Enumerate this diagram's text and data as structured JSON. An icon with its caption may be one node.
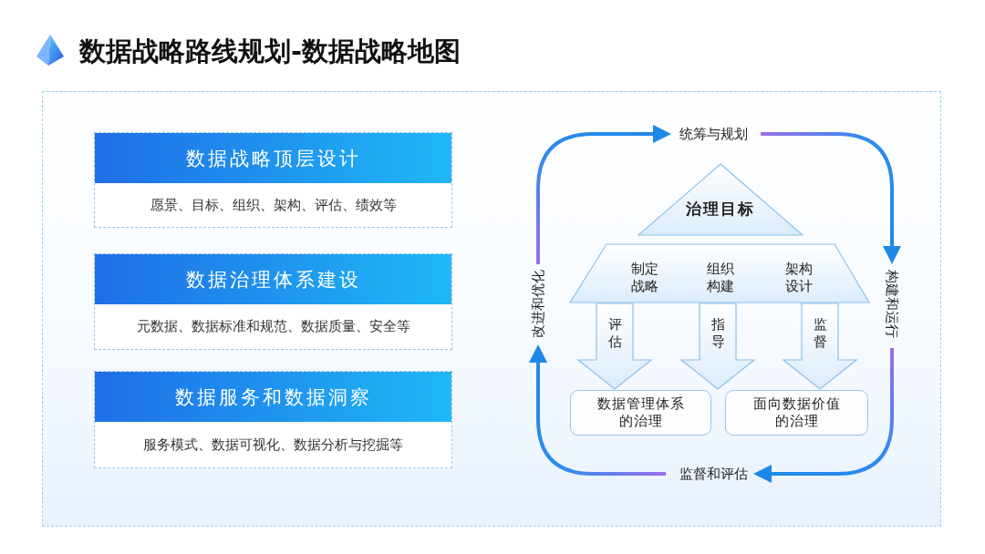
{
  "diagram": {
    "title": "数据战略路线规划-数据战略地图",
    "nodes": [
      {
        "text": [
          "数据战略顶层设计",
          "愿景、目标、组织、架构、评估、绩效等"
        ]
      },
      {
        "text": [
          "数据治理体系建设",
          "元数据、数据标准和规范、数据质量、安全等"
        ]
      },
      {
        "text": [
          "数据服务和数据洞察",
          "服务模式、数据可视化、数据分析与挖掘等"
        ]
      },
      {
        "text": [
          "统筹与规划"
        ]
      },
      {
        "text": [
          "构建和运行"
        ]
      },
      {
        "text": [
          "监督和评估"
        ]
      },
      {
        "text": [
          "改进和优化"
        ]
      },
      {
        "text": [
          "治理目标"
        ]
      },
      {
        "text": [
          "制定战略",
          "组织构建",
          "架构设计"
        ]
      },
      {
        "text": [
          "数据管理体系的治理"
        ]
      },
      {
        "text": [
          "面向数据价值的治理"
        ]
      }
    ],
    "edges": [
      {
        "from": 6,
        "to": 3,
        "arrow": "to"
      },
      {
        "from": 3,
        "to": 4,
        "arrow": "to"
      },
      {
        "from": 4,
        "to": 5,
        "arrow": "to"
      },
      {
        "from": 5,
        "to": 6,
        "arrow": "to"
      },
      {
        "from": 8,
        "to": 9,
        "arrow": "to",
        "label": "评估"
      },
      {
        "from": 8,
        "to": 9,
        "arrow": "to",
        "label": "指导"
      },
      {
        "from": 8,
        "to": 10,
        "arrow": "to",
        "label": "监督"
      }
    ]
  }
}
